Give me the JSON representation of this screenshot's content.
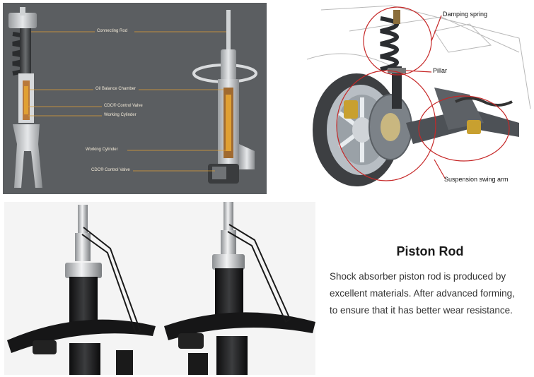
{
  "cutaway": {
    "callouts": {
      "connecting_rod": "Connecting Rod",
      "oil_balance_chamber": "Oil Balance Chamber",
      "cdc_valve_upper": "CDC® Control Valve",
      "working_cylinder_upper": "Working Cylinder",
      "working_cylinder_lower": "Working Cylinder",
      "cdc_valve_lower": "CDC® Control Valve"
    }
  },
  "suspension": {
    "labels": {
      "damping_spring": "Damping spring",
      "pillar": "Pillar",
      "swing_arm": "Suspension swing arm"
    }
  },
  "product": {
    "title": "Piston Rod",
    "description_lines": [
      "Shock absorber piston rod is produced by",
      "excellent materials. After advanced forming,",
      "to ensure that it has better wear resistance."
    ]
  },
  "colors": {
    "cutaway_background": "#5b5e61",
    "callout_line": "#e0a033",
    "annotation_red": "#c62828",
    "title_text": "#1a1a1a",
    "body_text": "#333333"
  }
}
